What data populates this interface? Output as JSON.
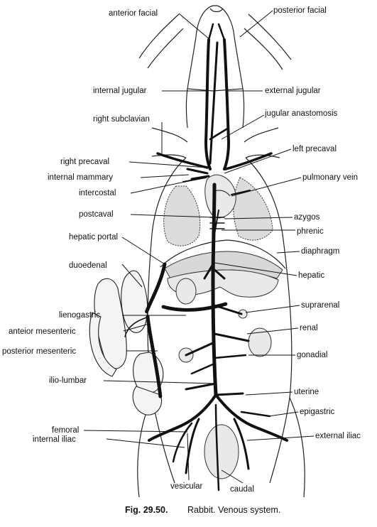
{
  "labels": {
    "anterior_facial": "anterior facial",
    "posterior_facial": "posterior facial",
    "internal_jugular": "internal jugular",
    "external_jugular": "external jugular",
    "right_subclavian": "right subclavian",
    "jugular_anastomosis": "jugular anastomosis",
    "right_precaval": "right precaval",
    "left_precaval": "left precaval",
    "internal_mammary": "internal mammary",
    "pulmonary_vein": "pulmonary vein",
    "intercostal": "intercostal",
    "postcaval": "postcaval",
    "azygos": "azygos",
    "phrenic": "phrenic",
    "hepatic_portal": "hepatic portal",
    "diaphragm": "diaphragm",
    "duoedenal": "duoedenal",
    "hepatic": "hepatic",
    "lienogastric": "lienogastric",
    "suprarenal": "suprarenal",
    "anteior_mesenteric": "anteior mesenteric",
    "renal": "renal",
    "posterior_mesenteric": "posterior mesenteric",
    "gonadial": "gonadial",
    "ilio_lumbar": "ilio-lumbar",
    "uterine": "uterine",
    "epigastric": "epigastric",
    "femoral": "femoral",
    "external_iliac": "external iliac",
    "internal_iliac": "internal iliac",
    "vesicular": "vesicular",
    "caudal": "caudal"
  },
  "caption": {
    "number": "Fig. 29.50.",
    "text": "Rabbit. Venous system."
  }
}
